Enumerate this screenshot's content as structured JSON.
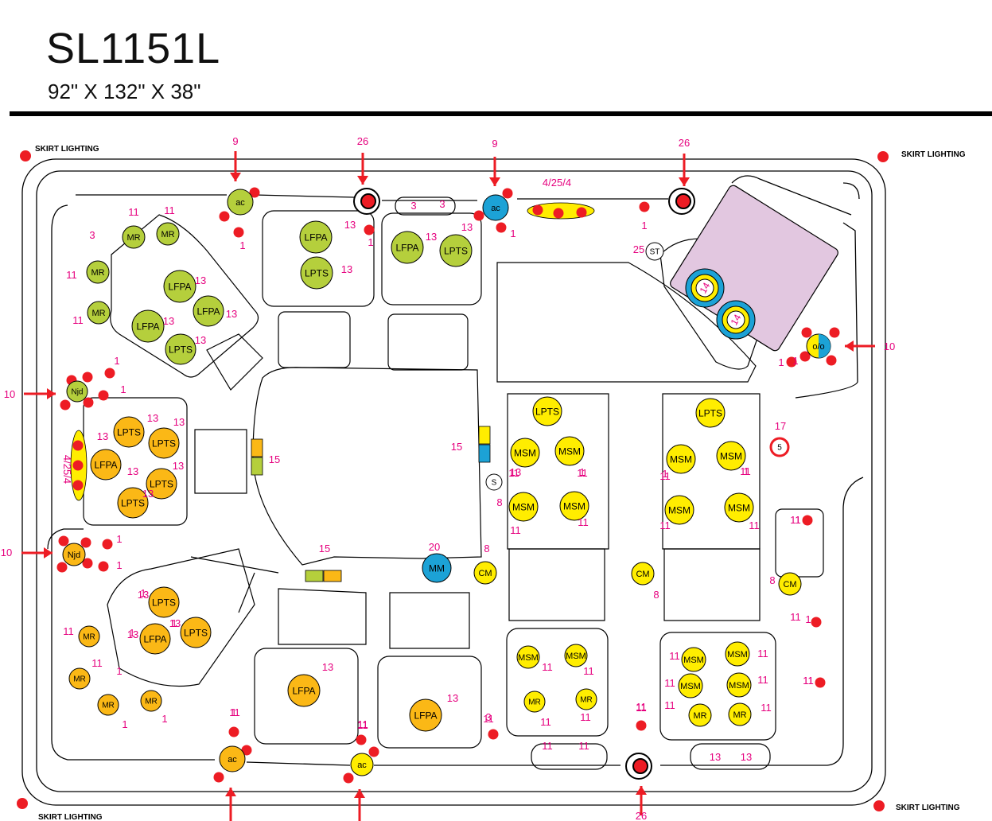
{
  "title": "SL1151L",
  "dimensions": "92\" X 132\" X 38\"",
  "skirt_lighting_label": "SKIRT LIGHTING",
  "colors": {
    "green_jet": "#b5cf3c",
    "orange_jet": "#fbb816",
    "yellow_jet": "#ffed00",
    "blue_jet": "#1ca2d6",
    "red_marker": "#ed1c24",
    "pink_number": "#e6007e",
    "lounge_panel": "#e2c7e0"
  },
  "callouts": [
    {
      "label": "9"
    },
    {
      "label": "26"
    },
    {
      "label": "9"
    },
    {
      "label": "4/25/4"
    },
    {
      "label": "26"
    },
    {
      "label": "10"
    },
    {
      "label": "10"
    },
    {
      "label": "10"
    },
    {
      "label": "4/25/4"
    },
    {
      "label": "26"
    }
  ],
  "jets": [
    {
      "label": "ac"
    },
    {
      "label": "ac"
    },
    {
      "label": "ac"
    },
    {
      "label": "ac"
    },
    {
      "label": "MR"
    },
    {
      "label": "MR"
    },
    {
      "label": "MR"
    },
    {
      "label": "MR"
    },
    {
      "label": "LFPA"
    },
    {
      "label": "LPTS"
    },
    {
      "label": "LFPA"
    },
    {
      "label": "LFPA"
    },
    {
      "label": "LFPA"
    },
    {
      "label": "LPTS"
    },
    {
      "label": "LFPA"
    },
    {
      "label": "LPTS"
    },
    {
      "label": "Njd"
    },
    {
      "label": "Njd"
    },
    {
      "label": "LPTS"
    },
    {
      "label": "LPTS"
    },
    {
      "label": "LFPA"
    },
    {
      "label": "LPTS"
    },
    {
      "label": "LPTS"
    },
    {
      "label": "LPTS"
    },
    {
      "label": "LFPA"
    },
    {
      "label": "LPTS"
    },
    {
      "label": "MR"
    },
    {
      "label": "MR"
    },
    {
      "label": "MR"
    },
    {
      "label": "MR"
    },
    {
      "label": "LFPA"
    },
    {
      "label": "LFPA"
    },
    {
      "label": "LPTS"
    },
    {
      "label": "LPTS"
    },
    {
      "label": "MSM"
    },
    {
      "label": "MSM"
    },
    {
      "label": "MSM"
    },
    {
      "label": "MSM"
    },
    {
      "label": "MSM"
    },
    {
      "label": "MSM"
    },
    {
      "label": "MSM"
    },
    {
      "label": "MSM"
    },
    {
      "label": "MSM"
    },
    {
      "label": "MSM"
    },
    {
      "label": "MR"
    },
    {
      "label": "MR"
    },
    {
      "label": "MSM"
    },
    {
      "label": "MSM"
    },
    {
      "label": "MSM"
    },
    {
      "label": "MSM"
    },
    {
      "label": "MR"
    },
    {
      "label": "MR"
    },
    {
      "label": "CM"
    },
    {
      "label": "CM"
    },
    {
      "label": "CM"
    },
    {
      "label": "MM"
    },
    {
      "label": "ST"
    },
    {
      "label": "S"
    },
    {
      "label": "o/o"
    },
    {
      "label": "14"
    },
    {
      "label": "14"
    },
    {
      "label": "5"
    }
  ],
  "numbers": [
    "11",
    "11",
    "3",
    "11",
    "11",
    "13",
    "13",
    "13",
    "13",
    "1",
    "1",
    "13",
    "13",
    "3",
    "3",
    "1",
    "1",
    "1",
    "1",
    "25",
    "13",
    "13",
    "13",
    "13",
    "1",
    "1",
    "1",
    "1",
    "1",
    "1",
    "13",
    "13",
    "13",
    "13",
    "13",
    "13",
    "13",
    "15",
    "15",
    "15",
    "20",
    "8",
    "17",
    "8",
    "8",
    "8",
    "13",
    "13",
    "11",
    "11",
    "11",
    "11",
    "11",
    "11",
    "11",
    "11",
    "11",
    "11",
    "11",
    "11",
    "11",
    "11",
    "11",
    "11",
    "11",
    "11",
    "11",
    "11",
    "11",
    "11",
    "11",
    "11",
    "11",
    "11",
    "11",
    "11",
    "1",
    "1",
    "1",
    "1",
    "1",
    "1",
    "1",
    "11",
    "11",
    "3",
    "11",
    "11",
    "13",
    "13",
    "13",
    "1",
    "1",
    "1",
    "1",
    "3",
    "3",
    "3",
    "3",
    "11",
    "11",
    "11",
    "11"
  ]
}
